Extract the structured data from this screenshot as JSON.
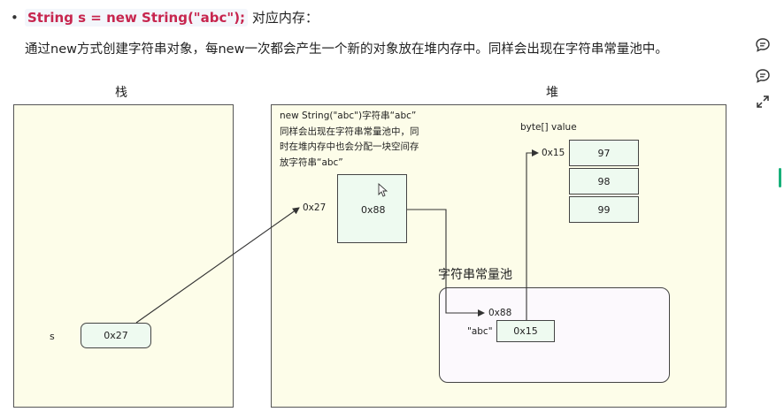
{
  "header": {
    "bullet": "•",
    "code": "String s = new String(\"abc\");",
    "title_suffix": " 对应内存：",
    "description": "通过new方式创建字符串对象，每new一次都会产生一个新的对象放在堆内存中。同样会出现在字符串常量池中。"
  },
  "diagram": {
    "stack_label": "栈",
    "heap_label": "堆",
    "stack_var_name": "s",
    "stack_var_value": "0x27",
    "heap_note_lines": [
      "new String(\"abc\")字符串“abc”",
      "同样会出现在字符串常量池中，同",
      "时在堆内存中也会分配一块空间存",
      "放字符串“abc”"
    ],
    "object_address": "0x27",
    "object_value": "0x88",
    "byte_array_label": "byte[] value",
    "byte_array_address": "0x15",
    "byte_values": [
      "97",
      "98",
      "99"
    ],
    "pool_label": "字符串常量池",
    "pool_address": "0x88",
    "pool_entry_key": "\"abc\"",
    "pool_entry_value": "0x15"
  },
  "sidebar": {
    "icons": [
      "comment-icon",
      "comment-icon",
      "expand-icon"
    ]
  },
  "colors": {
    "panel_fill": "#fdfde9",
    "box_fill": "#eefaf0",
    "pool_fill": "#fcf9fd",
    "code_color": "#c7254e",
    "accent": "#18b07a"
  }
}
